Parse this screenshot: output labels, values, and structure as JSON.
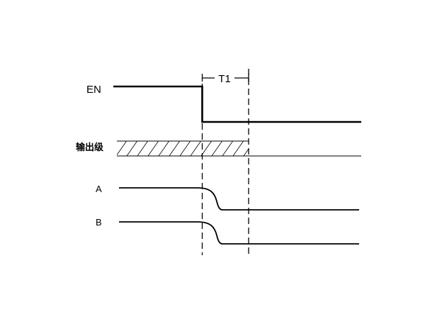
{
  "labels": {
    "en": "EN",
    "t1": "T1",
    "output_stage": "输出级",
    "a": "A",
    "b": "B"
  }
}
